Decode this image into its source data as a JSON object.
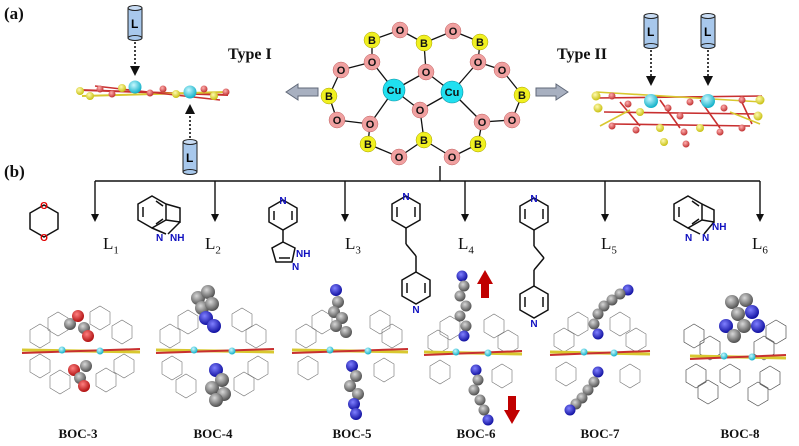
{
  "panels": {
    "a": "(a)",
    "b": "(b)"
  },
  "types": {
    "type1": "Type I",
    "type2": "Type II"
  },
  "cylinder_label": "L",
  "cluster": {
    "boron": "B",
    "oxygen": "O",
    "copper": "Cu"
  },
  "ligands": [
    {
      "main": "L",
      "sub": "1"
    },
    {
      "main": "L",
      "sub": "2"
    },
    {
      "main": "L",
      "sub": "3"
    },
    {
      "main": "L",
      "sub": "4"
    },
    {
      "main": "L",
      "sub": "5"
    },
    {
      "main": "L",
      "sub": "6"
    }
  ],
  "molecule_atoms": {
    "O": "O",
    "N": "N",
    "NH": "NH"
  },
  "structures": [
    "BOC-3",
    "BOC-4",
    "BOC-5",
    "BOC-6",
    "BOC-7",
    "BOC-8"
  ],
  "colors": {
    "copper": "#33d0e0",
    "oxygen": "#e06060",
    "boron": "#e8e040",
    "cluster_b": "#f0f020",
    "cluster_o": "#f0a0a0",
    "cylinder": "#a8c8ec",
    "arrow_gray": "#a0a8b8",
    "red_arrow": "#c00000",
    "nitrogen": "#2020c0",
    "carbon": "#808080"
  }
}
